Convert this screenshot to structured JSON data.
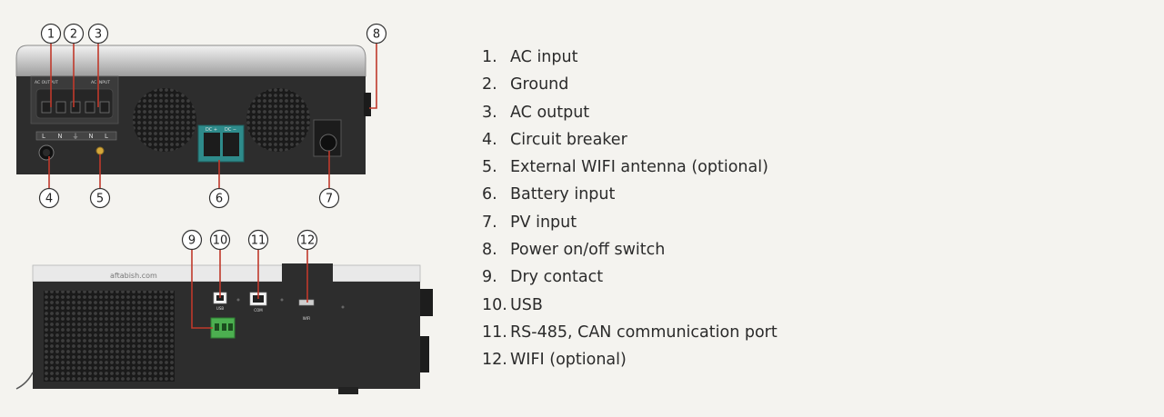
{
  "callout_numbers": [
    "1",
    "2",
    "3",
    "4",
    "5",
    "6",
    "7",
    "8",
    "9",
    "10",
    "11",
    "12"
  ],
  "legend": [
    {
      "num": "1.",
      "label": "AC input"
    },
    {
      "num": "2.",
      "label": "Ground"
    },
    {
      "num": "3.",
      "label": "AC output"
    },
    {
      "num": "4.",
      "label": "Circuit breaker"
    },
    {
      "num": "5.",
      "label": "External WIFI antenna (optional)"
    },
    {
      "num": "6.",
      "label": "Battery input"
    },
    {
      "num": "7.",
      "label": "PV input"
    },
    {
      "num": "8.",
      "label": "Power on/off switch"
    },
    {
      "num": "9.",
      "label": "Dry contact"
    },
    {
      "num": "10.",
      "label": "USB"
    },
    {
      "num": "11.",
      "label": "RS-485, CAN communication port"
    },
    {
      "num": "12.",
      "label": "WIFI (optional)"
    }
  ],
  "device_labels": {
    "ac_output": "AC OUTPUT",
    "ac_input": "AC INPUT",
    "terminal_letters": [
      "L",
      "N",
      "⏚",
      "N",
      "L"
    ],
    "dc_plus": "DC +",
    "dc_minus": "DC −",
    "watermark": "aftabish.com",
    "usb_port": "USB",
    "com_port": "COM",
    "wifi_port": "WIFI"
  },
  "colors": {
    "leader_line": "#c0392b",
    "terminal_block": "#4caf50",
    "battery_connector": "#2e8b8b",
    "chassis": "#2d2d2d"
  }
}
